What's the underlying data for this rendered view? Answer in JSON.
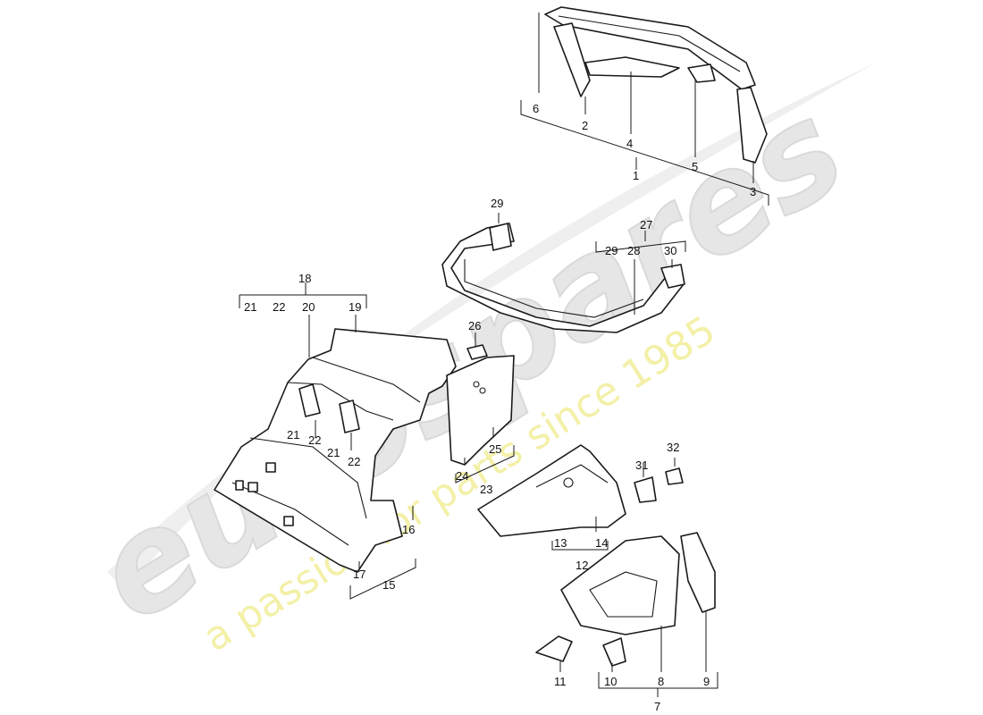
{
  "watermark": {
    "brand": "eurospares",
    "tagline": "a passion for parts since 1985",
    "brand_color": "#d9d9d9",
    "tagline_color": "#f3f0a8"
  },
  "callouts": [
    "1",
    "2",
    "3",
    "4",
    "5",
    "6",
    "7",
    "8",
    "9",
    "10",
    "11",
    "12",
    "13",
    "14",
    "15",
    "16",
    "17",
    "18",
    "19",
    "20",
    "21",
    "22",
    "23",
    "24",
    "25",
    "26",
    "27",
    "28",
    "29",
    "30",
    "31",
    "32"
  ]
}
